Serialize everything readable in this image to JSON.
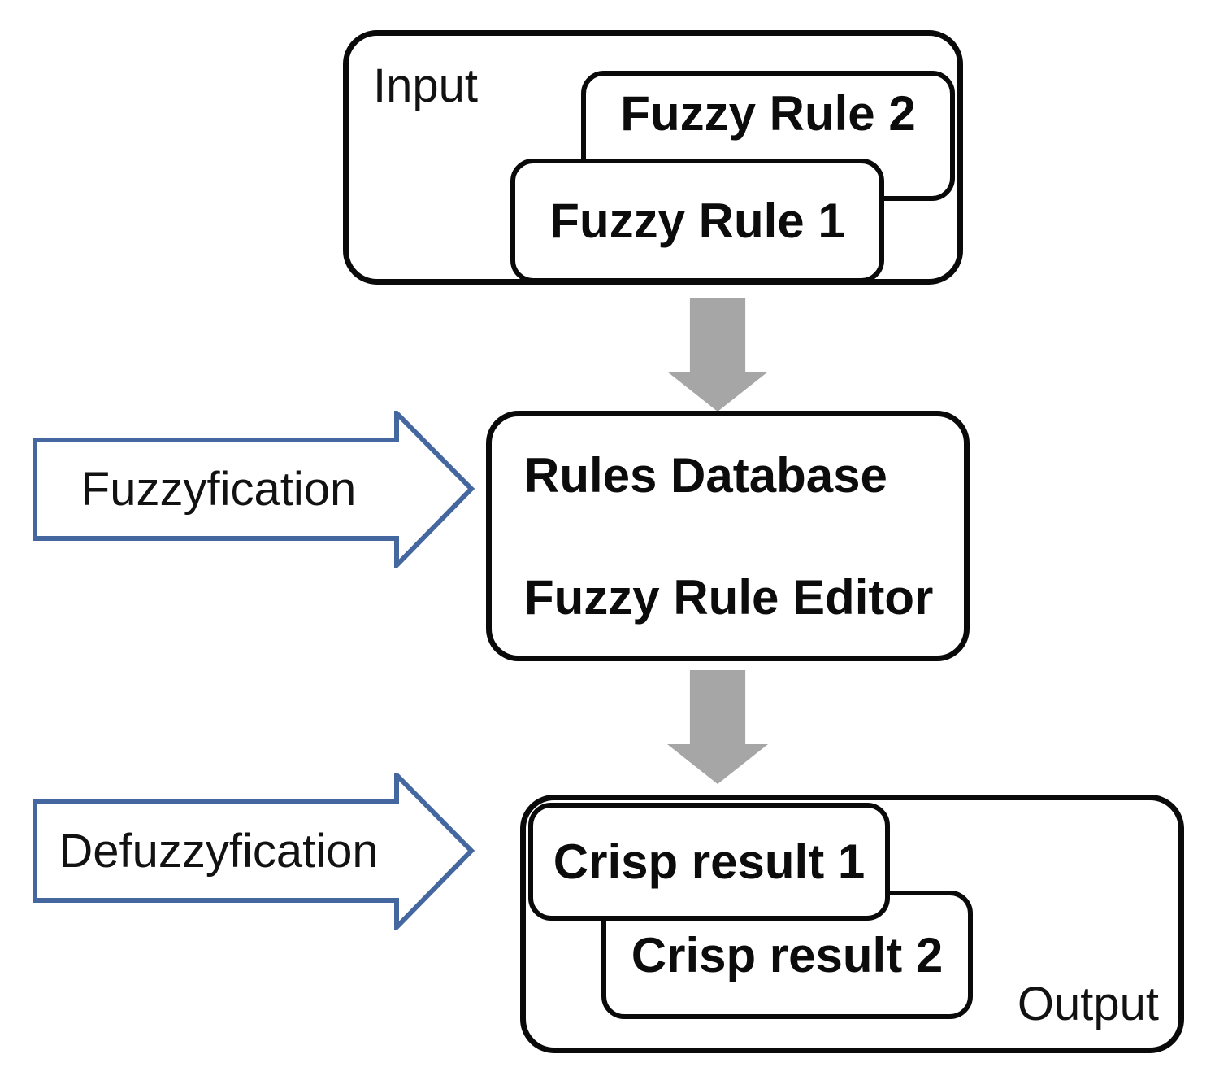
{
  "diagram": {
    "title": "fuzzy-rule-processing-flow",
    "input_group": {
      "label": "Input",
      "rules": [
        "Fuzzy Rule 2",
        "Fuzzy Rule 1"
      ]
    },
    "process_box": {
      "line1": "Rules Database",
      "line2": "Fuzzy Rule Editor"
    },
    "output_group": {
      "label": "Output",
      "results": [
        "Crisp result 1",
        "Crisp result 2"
      ]
    },
    "arrows": {
      "fuzzyfication_label": "Fuzzyfication",
      "defuzzyfication_label": "Defuzzyfication"
    },
    "colors": {
      "box_border": "#0a0a0a",
      "flow_arrow_fill": "#a6a6a6",
      "label_arrow_outline": "#44679f",
      "background": "#ffffff",
      "text": "#121212"
    }
  }
}
